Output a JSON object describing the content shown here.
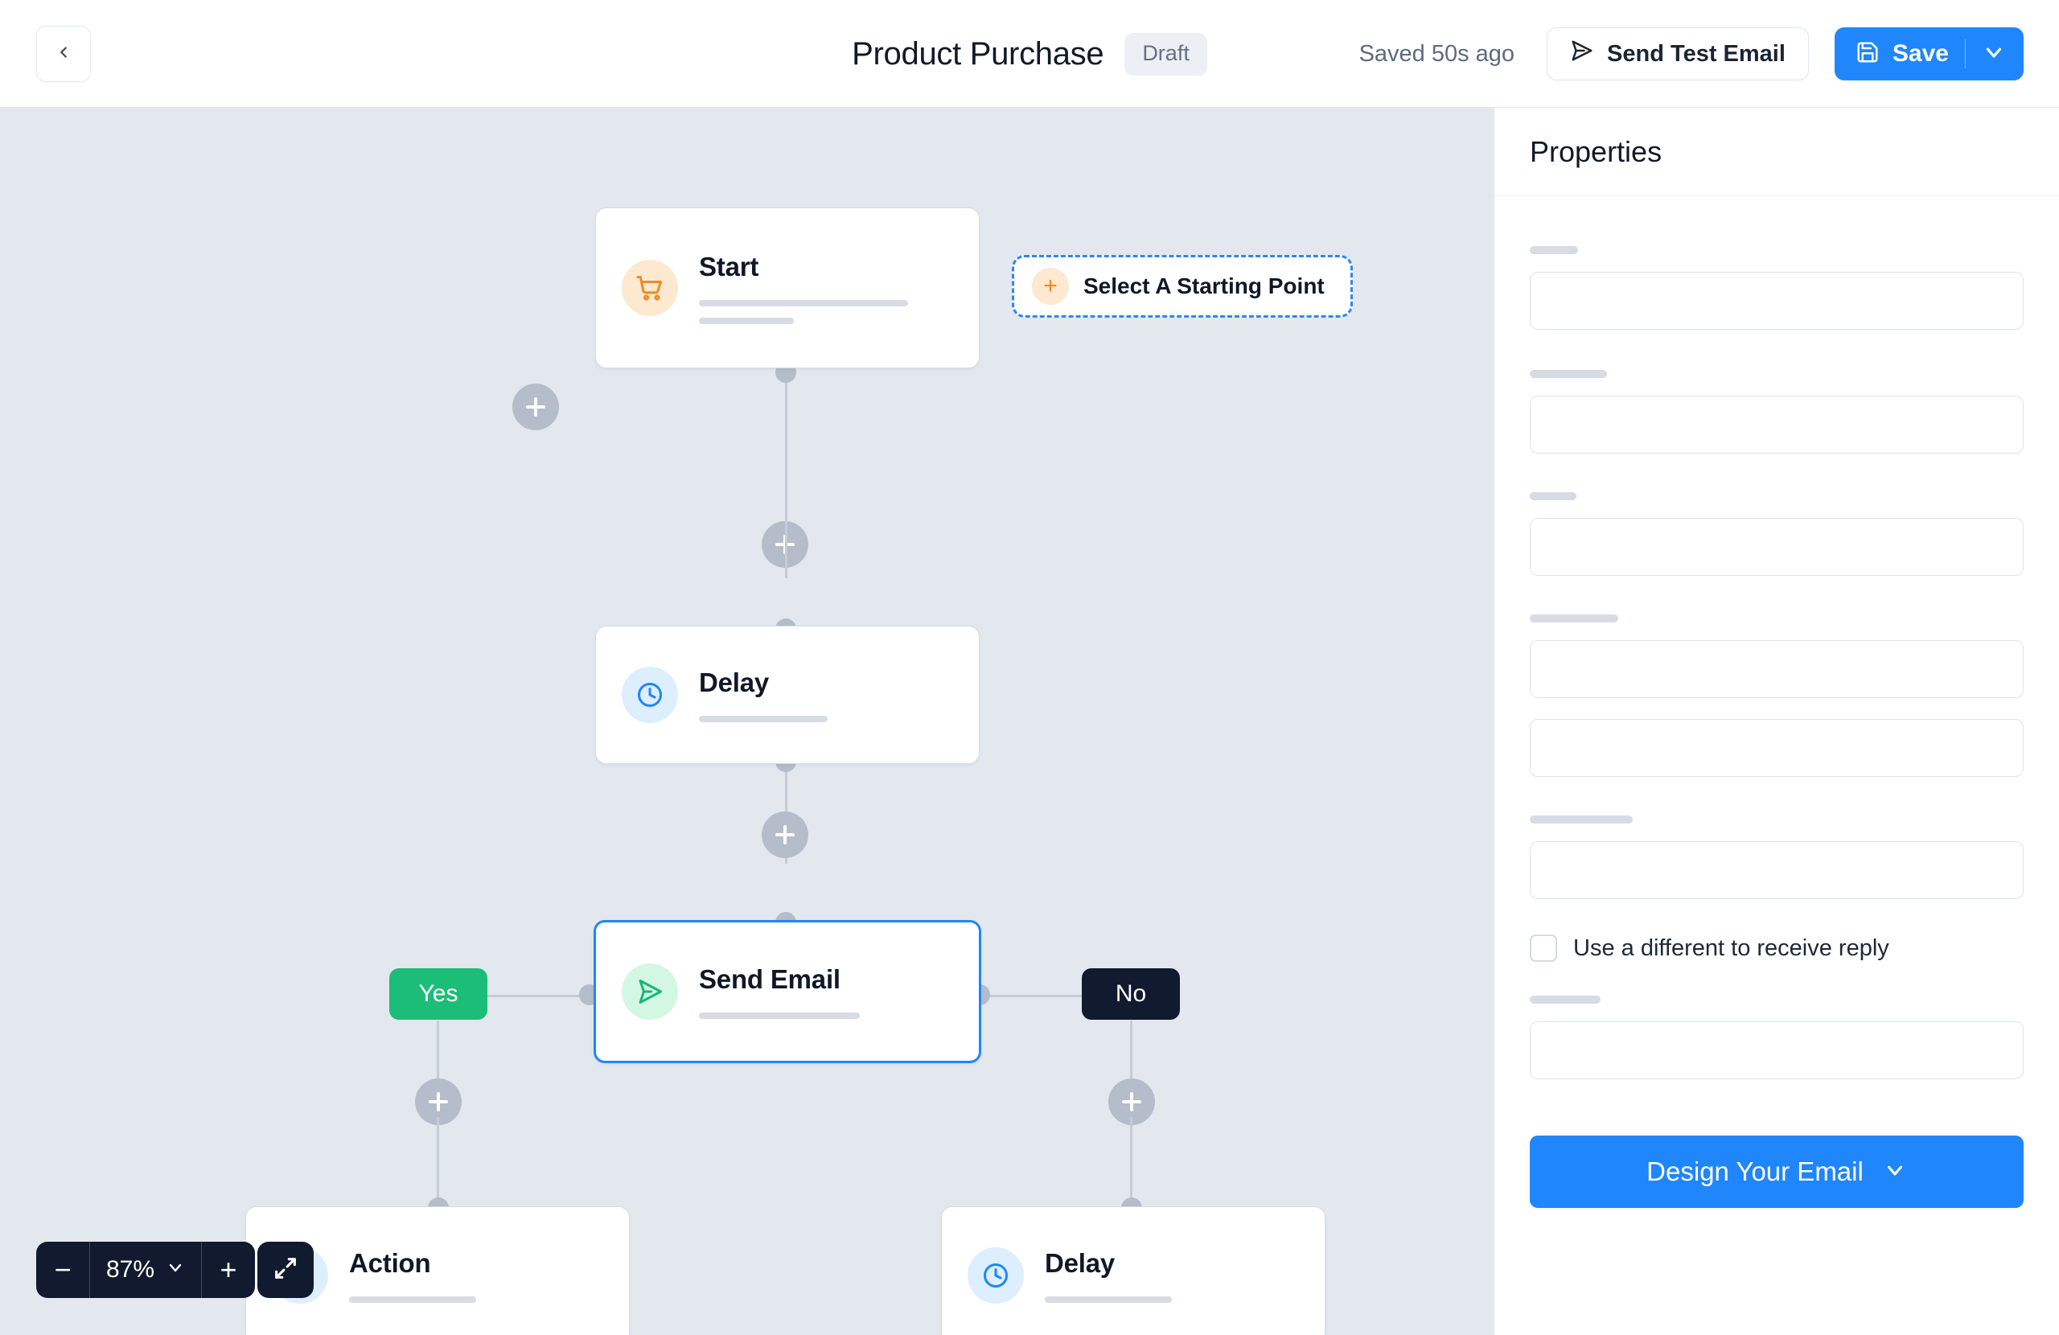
{
  "header": {
    "back_icon": "chevron-left-icon",
    "title": "Product Purchase",
    "status": "Draft",
    "saved_text": "Saved 50s ago",
    "send_test_label": "Send Test Email",
    "send_test_icon": "paper-plane-icon",
    "save_label": "Save",
    "save_icon": "floppy-disk-icon",
    "save_caret_icon": "chevron-down-icon"
  },
  "canvas": {
    "add_left_icon": "plus-icon",
    "start_point_chip": {
      "label": "Select A Starting Point",
      "icon": "plus-icon"
    },
    "nodes": [
      {
        "title": "Start",
        "icon": "shopping-cart-icon",
        "icon_style": "orange"
      },
      {
        "title": "Delay",
        "icon": "clock-icon",
        "icon_style": "blue"
      },
      {
        "title": "Send Email",
        "icon": "paper-plane-icon",
        "icon_style": "green"
      },
      {
        "title": "Action",
        "icon": "clock-icon",
        "icon_style": "blue"
      },
      {
        "title": "Delay",
        "icon": "clock-icon",
        "icon_style": "blue"
      }
    ],
    "branches": {
      "yes": "Yes",
      "no": "No"
    },
    "add_node_icon": "plus-icon"
  },
  "zoom_controls": {
    "minus": "−",
    "level": "87%",
    "plus": "+",
    "caret_icon": "chevron-down-icon",
    "expand_icon": "expand-diagonal-icon"
  },
  "properties": {
    "title": "Properties",
    "checkbox_label": "Use a different to receive reply",
    "design_button_label": "Design Your Email",
    "design_button_caret_icon": "chevron-down-icon"
  },
  "colors": {
    "accent_blue": "#1f86fb",
    "canvas_bg": "#e3e8ee",
    "yes_green": "#1cbd78",
    "no_dark": "#111a2e",
    "connector_gray": "#b4bdc9"
  }
}
